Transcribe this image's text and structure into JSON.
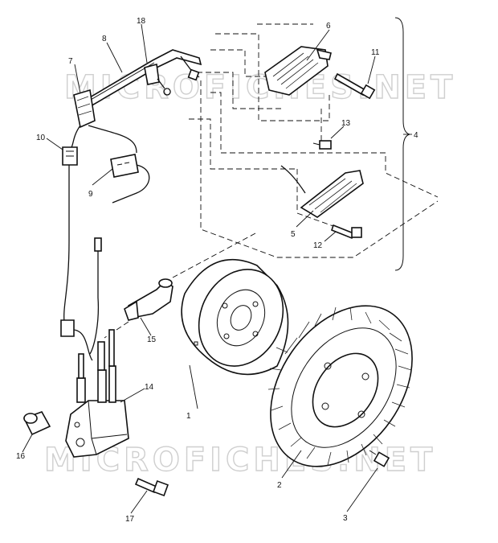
{
  "watermark": {
    "text_top": "MICROFICHES.NET",
    "text_bottom": "MICROFICHES.NET"
  },
  "callouts": [
    "1",
    "2",
    "3",
    "4",
    "5",
    "6",
    "7",
    "8",
    "9",
    "10",
    "11",
    "12",
    "13",
    "14",
    "15",
    "16",
    "17",
    "18"
  ],
  "colors": {
    "ink": "#111111",
    "background": "#ffffff",
    "watermark": "#cfcfcf"
  }
}
